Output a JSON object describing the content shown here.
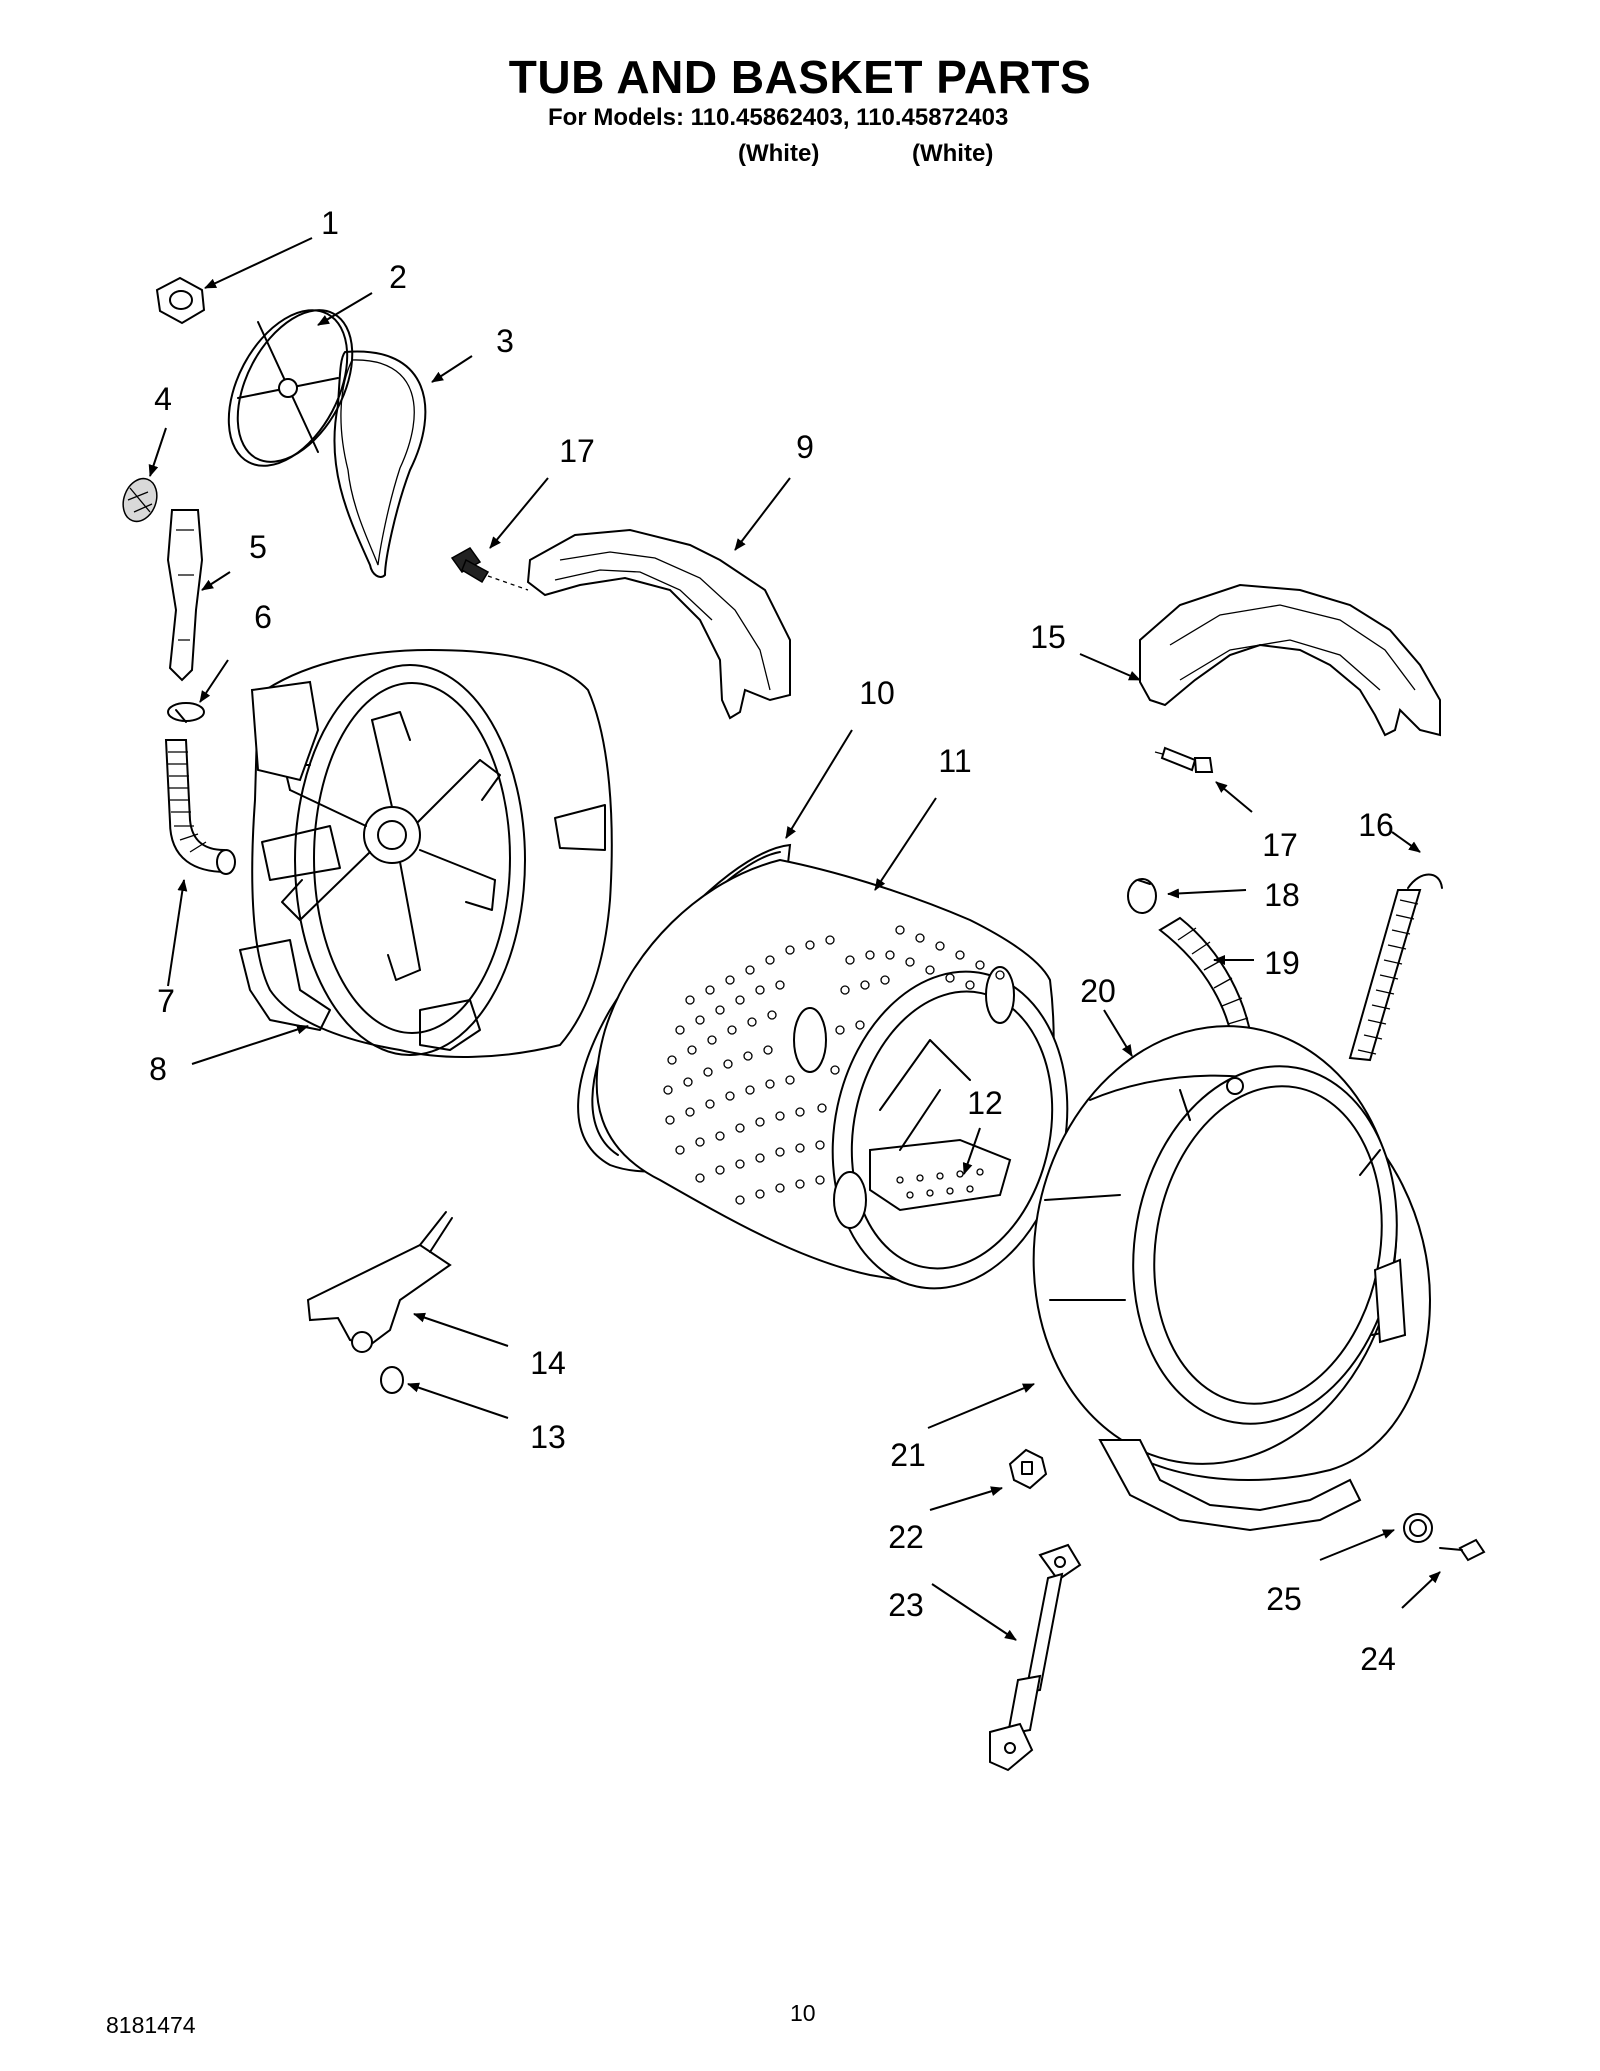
{
  "header": {
    "title": "TUB AND BASKET PARTS",
    "subtitle": "For Models: 110.45862403, 110.45872403",
    "variants": [
      "(White)",
      "(White)"
    ]
  },
  "callouts": [
    {
      "id": "c1",
      "label": "1"
    },
    {
      "id": "c2",
      "label": "2"
    },
    {
      "id": "c3",
      "label": "3"
    },
    {
      "id": "c4",
      "label": "4"
    },
    {
      "id": "c5",
      "label": "5"
    },
    {
      "id": "c6",
      "label": "6"
    },
    {
      "id": "c7",
      "label": "7"
    },
    {
      "id": "c8",
      "label": "8"
    },
    {
      "id": "c9",
      "label": "9"
    },
    {
      "id": "c10",
      "label": "10"
    },
    {
      "id": "c11",
      "label": "11"
    },
    {
      "id": "c12",
      "label": "12"
    },
    {
      "id": "c13",
      "label": "13"
    },
    {
      "id": "c14",
      "label": "14"
    },
    {
      "id": "c15",
      "label": "15"
    },
    {
      "id": "c16",
      "label": "16"
    },
    {
      "id": "c17a",
      "label": "17"
    },
    {
      "id": "c17b",
      "label": "17"
    },
    {
      "id": "c18",
      "label": "18"
    },
    {
      "id": "c19",
      "label": "19"
    },
    {
      "id": "c20",
      "label": "20"
    },
    {
      "id": "c21",
      "label": "21"
    },
    {
      "id": "c22",
      "label": "22"
    },
    {
      "id": "c23",
      "label": "23"
    },
    {
      "id": "c24",
      "label": "24"
    },
    {
      "id": "c25",
      "label": "25"
    }
  ],
  "footer": {
    "doc_number": "8181474",
    "page_number": "10"
  }
}
